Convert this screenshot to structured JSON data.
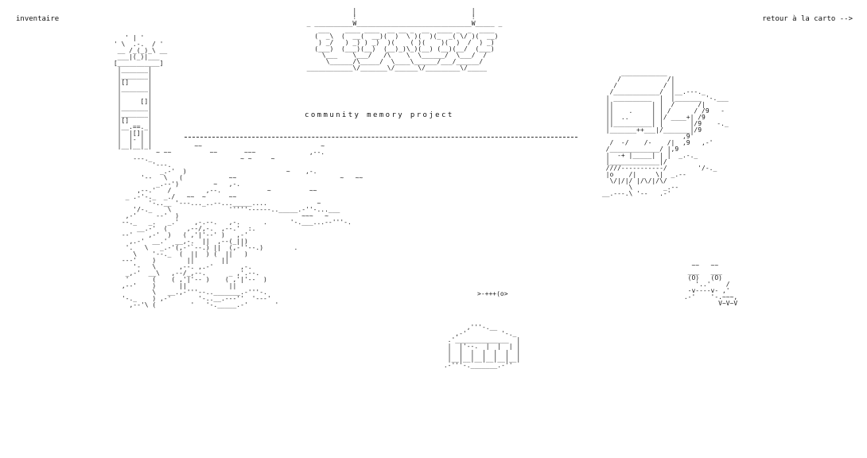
{
  "nav": {
    "inventory_label": "inventaire",
    "back_to_map_label": "retour à la carto -->"
  },
  "title": {
    "subtitle": "community memory project"
  },
  "scene": {
    "ship_art": ">-+++(o>"
  },
  "colors": {
    "background": "#ffffff",
    "ink": "#111111"
  }
}
